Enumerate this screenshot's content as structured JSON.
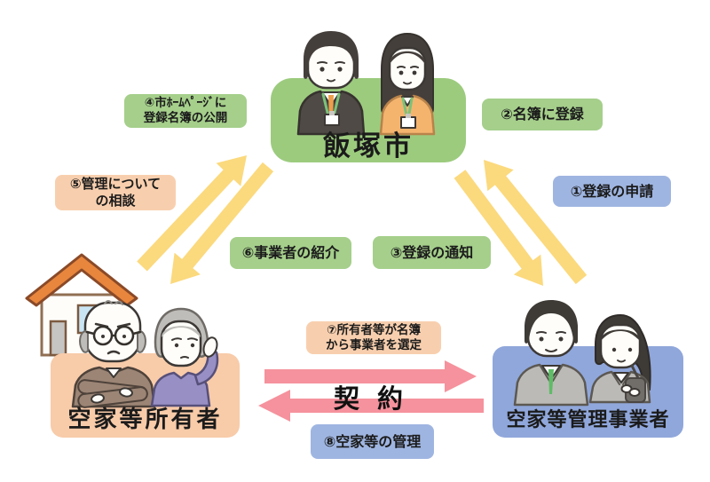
{
  "colors": {
    "green_box": "#9ccb7e",
    "green_label": "#a5cf8b",
    "peach_box": "#f8cba9",
    "peach_label": "#f8cfae",
    "blue_box": "#90a7db",
    "blue_label": "#9fb5e1",
    "yellow_arrow": "#fbd97d",
    "pink_arrow": "#f5929d",
    "text": "#1b1b1b"
  },
  "nodes": {
    "city": {
      "title": "飯塚市"
    },
    "owners": {
      "title": "空家等所有者"
    },
    "business": {
      "title": "空家等管理事業者"
    }
  },
  "labels": {
    "step1": {
      "text": "①登録の申請"
    },
    "step2": {
      "text": "②名簿に登録"
    },
    "step3": {
      "text": "③登録の通知"
    },
    "step4": {
      "text": "④市ﾎｰﾑﾍﾟｰｼﾞに\n登録名簿の公開"
    },
    "step5": {
      "text": "⑤管理について\nの相談"
    },
    "step6": {
      "text": "⑥事業者の紹介"
    },
    "step7": {
      "text": "⑦所有者等が名簿\nから事業者を選定"
    },
    "step8": {
      "text": "⑧空家等の管理"
    }
  },
  "contract": {
    "text": "契 約"
  },
  "arrows": {
    "yellow": [
      {
        "from": "空家等所有者",
        "to": "飯塚市"
      },
      {
        "from": "飯塚市",
        "to": "空家等所有者"
      },
      {
        "from": "空家等管理事業者",
        "to": "飯塚市"
      },
      {
        "from": "飯塚市",
        "to": "空家等管理事業者"
      }
    ],
    "pink": [
      {
        "from": "空家等所有者",
        "to": "空家等管理事業者"
      },
      {
        "from": "空家等管理事業者",
        "to": "空家等所有者"
      }
    ]
  },
  "icons": [
    "city-staff-man-icon",
    "city-staff-woman-icon",
    "house-icon",
    "owner-man-icon",
    "owner-woman-icon",
    "business-man-icon",
    "business-woman-icon"
  ]
}
